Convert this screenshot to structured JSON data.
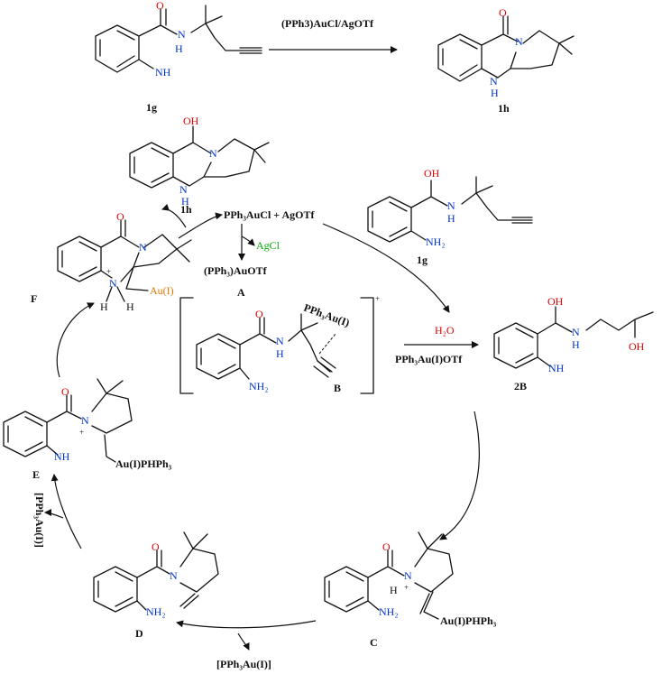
{
  "reaction": {
    "reagent": "(PPh3)AuCl/AgOTf",
    "sm_label": "1g",
    "product_label": "1h"
  },
  "atoms": {
    "O": "O",
    "OH": "OH",
    "N": "N",
    "H": "H",
    "NH": "NH",
    "NH2": "NH₂",
    "Nplus": "+",
    "Au": "Au(I)",
    "AuPHPh3": "Au(I)PHPh₃"
  },
  "catalyst": {
    "pph3aucl": "PPh₃AuCl + AgOTf",
    "agcl": "AgCl",
    "pph3auotf": "(PPh₃)AuOTf",
    "label_A": "A",
    "label_B": "B",
    "pph3au_B": "PPh₃Au(I)",
    "plus": "+"
  },
  "labels": {
    "F": "F",
    "E": "E",
    "D": "D",
    "C": "C",
    "2B": "2B",
    "1g": "1g",
    "1h": "1h"
  },
  "conditions": {
    "h2o": "H₂O",
    "pph3auotf": "PPh₃Au(I)OTf",
    "pph3au_left": "[PPh₃Au(I)]",
    "pph3au_bottom": "[PPh₃Au(I)]"
  }
}
